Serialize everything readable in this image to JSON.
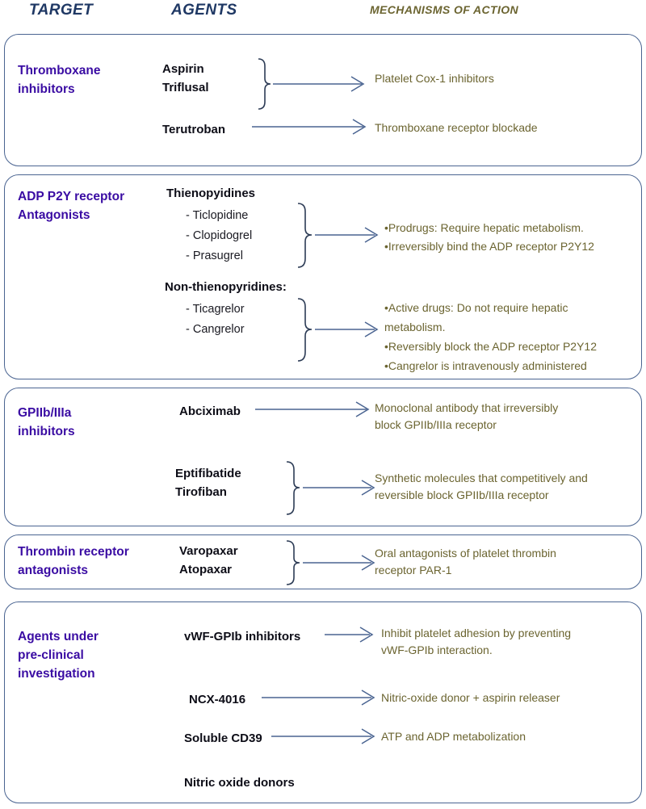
{
  "headers": {
    "target": "TARGET",
    "agents": "AGENTS",
    "mechanisms": "MECHANISMS OF ACTION"
  },
  "colors": {
    "header_text": "#1F3864",
    "box_border": "#4A6491",
    "target_text": "#3A0CA3",
    "agent_text": "#0D0D17",
    "mechanism_text": "#6B6430",
    "connector": "#4A6491",
    "bracket": "#2C3B55",
    "background": "#FFFFFF"
  },
  "sections": [
    {
      "id": "thromboxane-inhibitors",
      "target": "Thromboxane\ninhibitors",
      "rows": [
        {
          "agents": "Aspirin\nTriflusal",
          "connector": "brace-arrow",
          "mechanism": "Platelet Cox-1 inhibitors"
        },
        {
          "agents": "Terutroban",
          "connector": "arrow",
          "mechanism": "Thromboxane receptor blockade"
        }
      ]
    },
    {
      "id": "adp-p2y-receptor-antagonists",
      "target": "ADP P2Y receptor\nAntagonists",
      "rows": [
        {
          "agents_heading": "Thienopyidines",
          "agents": "- Ticlopidine\n- Clopidogrel\n- Prasugrel",
          "connector": "brace-arrow",
          "mechanism": "•Prodrugs: Require hepatic metabolism.\n•Irreversibly bind the ADP receptor P2Y12"
        },
        {
          "agents_heading": "Non-thienopyridines:",
          "agents": "- Ticagrelor\n- Cangrelor",
          "connector": "brace-arrow",
          "mechanism": "•Active drugs: Do not require hepatic\nmetabolism.\n•Reversibly block the ADP receptor P2Y12\n•Cangrelor is intravenously administered"
        }
      ]
    },
    {
      "id": "gpiib-iiia-inhibitors",
      "target": "GPIIb/IIIa\ninhibitors",
      "rows": [
        {
          "agents": "Abciximab",
          "connector": "arrow",
          "mechanism": "Monoclonal antibody that irreversibly\nblock GPIIb/IIIa receptor"
        },
        {
          "agents": "Eptifibatide\nTirofiban",
          "connector": "brace-arrow",
          "mechanism": "Synthetic molecules that competitively and\nreversible block GPIIb/IIIa receptor"
        }
      ]
    },
    {
      "id": "thrombin-receptor-antagonists",
      "target": "Thrombin receptor\nantagonists",
      "rows": [
        {
          "agents": "Varopaxar\nAtopaxar",
          "connector": "brace-arrow",
          "mechanism": "Oral antagonists of platelet thrombin\nreceptor PAR-1"
        }
      ]
    },
    {
      "id": "agents-under-pre-clinical-investigation",
      "target": "Agents under\npre-clinical\ninvestigation",
      "rows": [
        {
          "agents": "vWF-GPIb inhibitors",
          "connector": "arrow",
          "mechanism": "Inhibit platelet adhesion by preventing\nvWF-GPIb interaction."
        },
        {
          "agents": "NCX-4016",
          "connector": "arrow",
          "mechanism": "Nitric-oxide donor + aspirin releaser"
        },
        {
          "agents": "Soluble CD39",
          "connector": "arrow",
          "mechanism": "ATP and ADP metabolization"
        },
        {
          "agents": "Nitric oxide donors",
          "connector": "none",
          "mechanism": ""
        }
      ]
    }
  ]
}
